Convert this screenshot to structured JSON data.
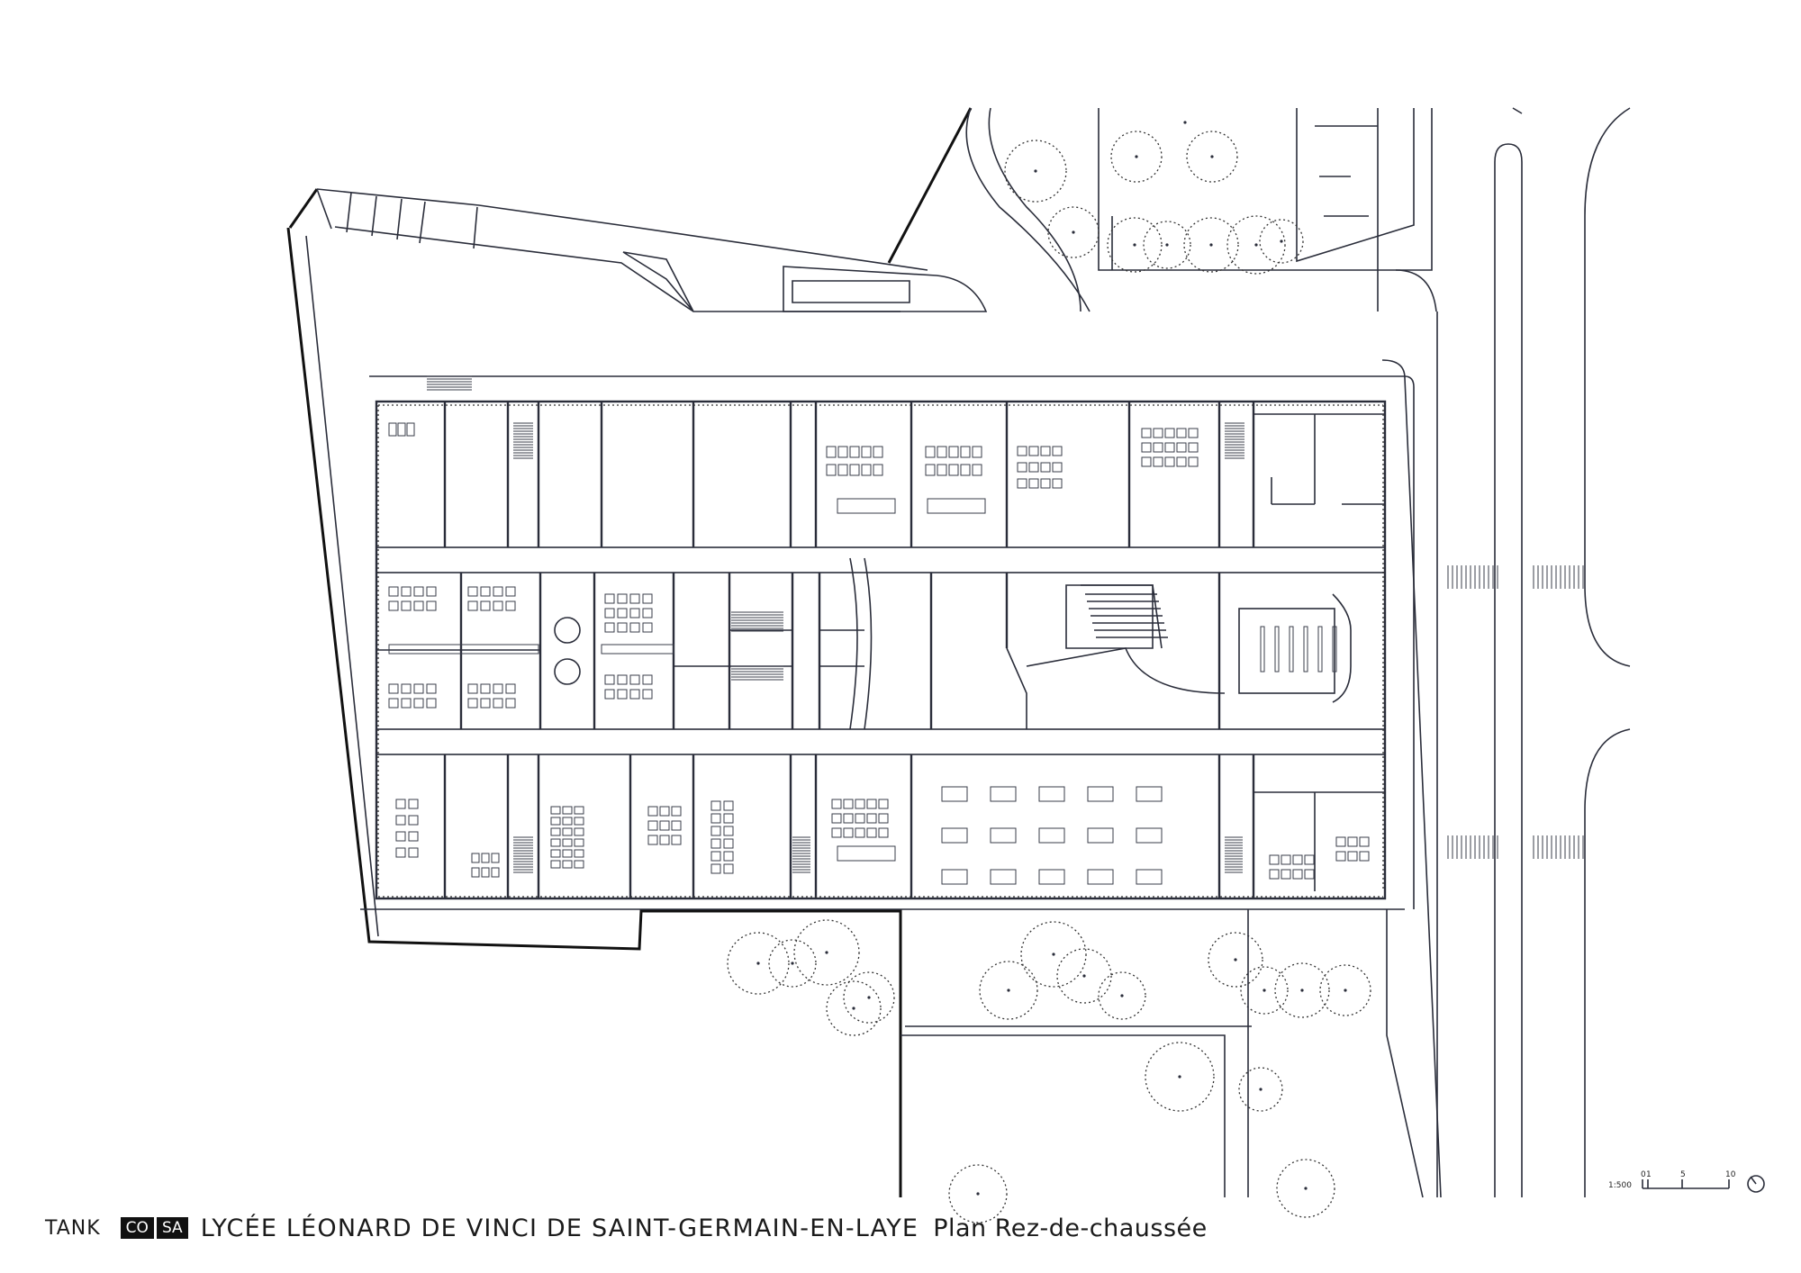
{
  "footer": {
    "firm": "TANK",
    "logo_left": "CO",
    "logo_right": "SA",
    "title": "LYCÉE LÉONARD DE VINCI DE SAINT-GERMAIN-EN-LAYE",
    "subtitle": "Plan Rez-de-chaussée"
  },
  "scale_bar": {
    "ratio": "1:500",
    "ticks": [
      "0",
      "1",
      "5",
      "10"
    ]
  },
  "icons": {
    "north": "north-arrow-icon"
  }
}
